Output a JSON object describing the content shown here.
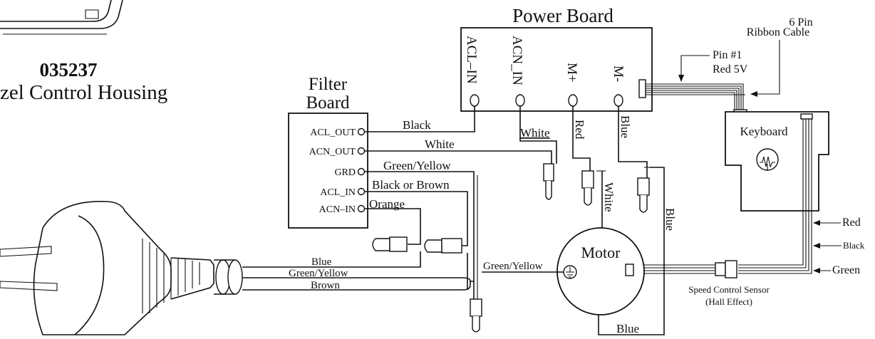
{
  "part": {
    "number": "035237",
    "name": "zel Control Housing"
  },
  "power_board": {
    "title": "Power Board",
    "terminals": [
      "ACL–IN",
      "ACN_IN",
      "M+",
      "M-"
    ]
  },
  "filter_board": {
    "title_line1": "Filter",
    "title_line2": "Board",
    "terminals": [
      "ACL_OUT",
      "ACN_OUT",
      "GRD",
      "ACL_IN",
      "ACN–IN"
    ]
  },
  "ribbon": {
    "line1": "6 Pin",
    "line2": "Ribbon Cable"
  },
  "pin1": {
    "line1": "Pin #1",
    "line2": "Red 5V"
  },
  "keyboard": {
    "label": "Keyboard"
  },
  "motor": {
    "label": "Motor"
  },
  "sensor": {
    "line1": "Speed Control Sensor",
    "line2": "(Hall Effect)"
  },
  "wires": {
    "black": "Black",
    "white_filter": "White",
    "green_yellow_filter": "Green/Yellow",
    "black_or_brown": "Black or Brown",
    "orange": "Orange",
    "white_power": "White",
    "red_power": "Red",
    "blue_power": "Blue",
    "white_motor": "White",
    "blue_vertical": "Blue",
    "blue_bottom": "Blue",
    "plug_blue": "Blue",
    "plug_green_yellow": "Green/Yellow",
    "plug_brown": "Brown",
    "motor_ground": "Green/Yellow",
    "harness_red": "Red",
    "harness_black": "Black",
    "harness_green": "Green"
  },
  "colors": {
    "ink": "#111111",
    "background": "#ffffff"
  }
}
